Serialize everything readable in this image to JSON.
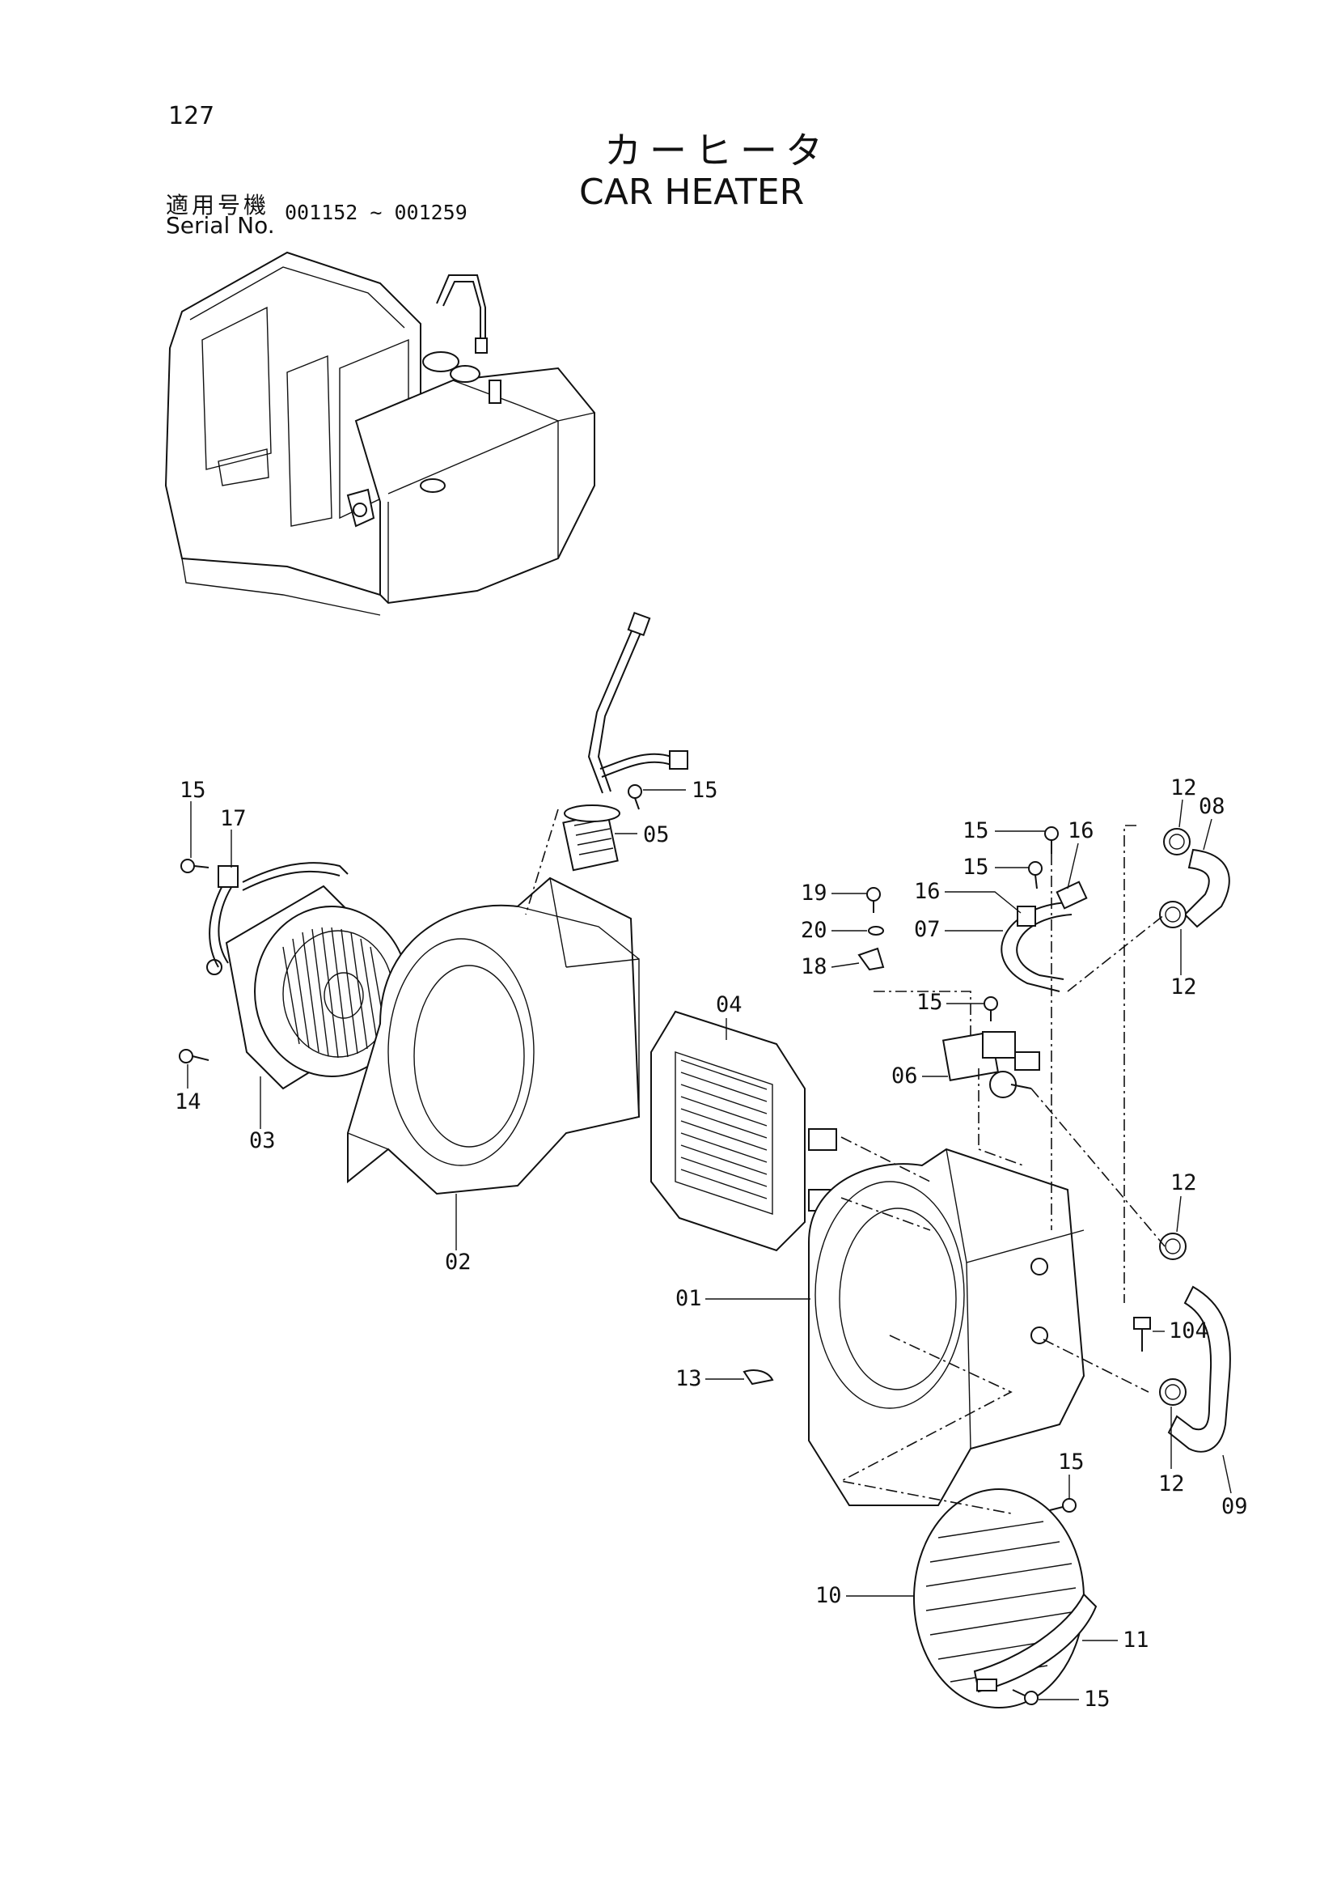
{
  "header": {
    "page_number": "127",
    "title_ja": "カーヒータ",
    "title_en": "CAR HEATER",
    "serial_label_ja": "適用号機",
    "serial_label_en": "Serial No.",
    "serial_range": "001152 ~ 001259"
  },
  "callouts": {
    "c15_blower_bolt": "15",
    "c17": "17",
    "c14": "14",
    "c03": "03",
    "c02": "02",
    "c15_switch": "15",
    "c05": "05",
    "c04": "04",
    "c15_pipe_top": "15",
    "c16_top": "16",
    "c15_pipe_mid": "15",
    "c16_mid": "16",
    "c07": "07",
    "c19": "19",
    "c20": "20",
    "c18": "18",
    "c15_valve": "15",
    "c06": "06",
    "c12_top": "12",
    "c08": "08",
    "c12_upper": "12",
    "c12_mid": "12",
    "c104": "104",
    "c12_lower": "12",
    "c09": "09",
    "c01": "01",
    "c13": "13",
    "c15_grille_top": "15",
    "c10": "10",
    "c11": "11",
    "c15_grille_bottom": "15"
  }
}
